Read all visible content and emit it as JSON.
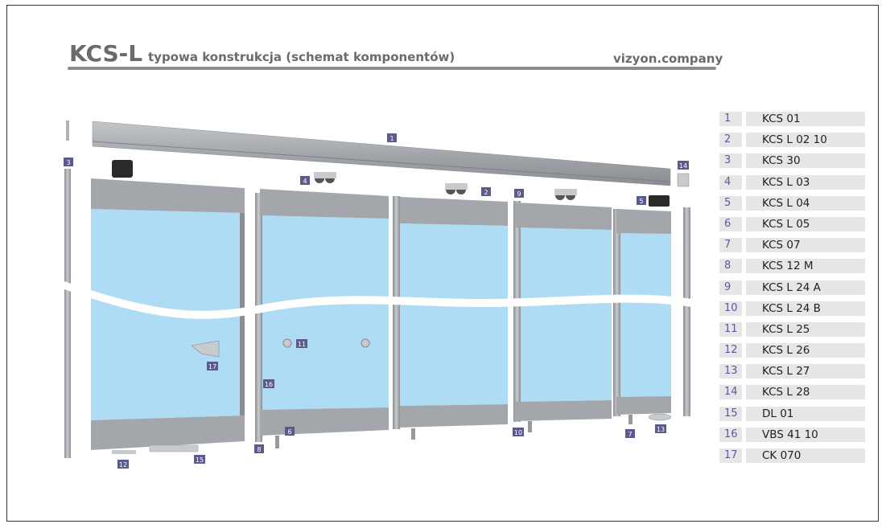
{
  "header": {
    "title": "KCS-L",
    "subtitle": "typowa konstrukcja (schemat komponentów)",
    "brand": "vizyon.company"
  },
  "legend": [
    {
      "num": "1",
      "code": "KCS 01"
    },
    {
      "num": "2",
      "code": "KCS L 02 10"
    },
    {
      "num": "3",
      "code": "KCS 30"
    },
    {
      "num": "4",
      "code": "KCS L 03"
    },
    {
      "num": "5",
      "code": "KCS L 04"
    },
    {
      "num": "6",
      "code": "KCS L 05"
    },
    {
      "num": "7",
      "code": "KCS 07"
    },
    {
      "num": "8",
      "code": "KCS 12 M"
    },
    {
      "num": "9",
      "code": "KCS L 24 A"
    },
    {
      "num": "10",
      "code": "KCS L 24 B"
    },
    {
      "num": "11",
      "code": "KCS L 25"
    },
    {
      "num": "12",
      "code": "KCS L 26"
    },
    {
      "num": "13",
      "code": "KCS L 27"
    },
    {
      "num": "14",
      "code": "KCS L 28"
    },
    {
      "num": "15",
      "code": "DL 01"
    },
    {
      "num": "16",
      "code": "VBS 41 10"
    },
    {
      "num": "17",
      "code": "CK 070"
    }
  ],
  "callouts": [
    "1",
    "2",
    "3",
    "4",
    "5",
    "6",
    "7",
    "8",
    "9",
    "10",
    "11",
    "12",
    "13",
    "14",
    "15",
    "16",
    "17"
  ],
  "colors": {
    "glass": "#aedcf4",
    "profile": "#a3a7ab",
    "profile_dark": "#7d8185",
    "label_bg": "#5a5a8c",
    "text_gray": "#6b6b6b"
  }
}
